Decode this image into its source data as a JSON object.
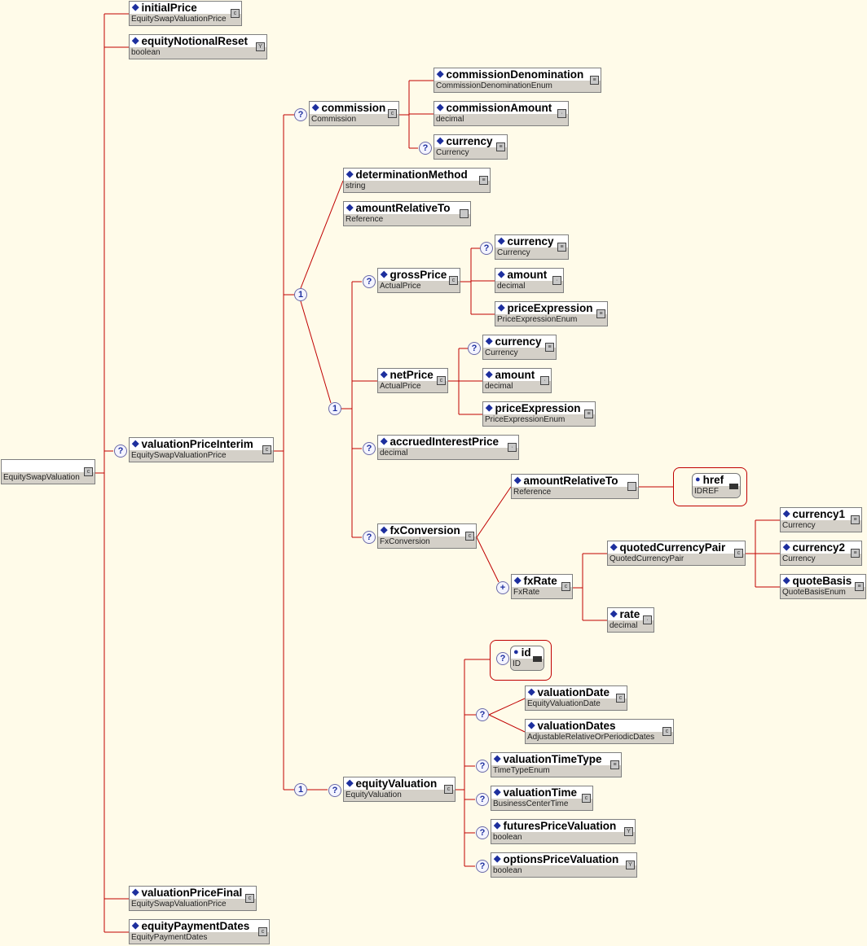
{
  "colors": {
    "wire": "#C00000",
    "background": "#FFFBE9",
    "diamond": "#1D2F9E"
  },
  "nodes": [
    {
      "id": "root",
      "name": "",
      "type": "EquitySwapValuation",
      "icon": "complex-type-icon"
    },
    {
      "id": "initialPrice",
      "name": "initialPrice",
      "type": "EquitySwapValuationPrice",
      "icon": "complex-type-icon"
    },
    {
      "id": "equityNotionalReset",
      "name": "equityNotionalReset",
      "type": "boolean",
      "icon": "boolean-type-icon"
    },
    {
      "id": "valuationPriceInterim",
      "name": "valuationPriceInterim",
      "type": "EquitySwapValuationPrice",
      "icon": "complex-type-icon",
      "optional": true
    },
    {
      "id": "valuationPriceFinal",
      "name": "valuationPriceFinal",
      "type": "EquitySwapValuationPrice",
      "icon": "complex-type-icon"
    },
    {
      "id": "equityPaymentDates",
      "name": "equityPaymentDates",
      "type": "EquityPaymentDates",
      "icon": "complex-type-icon"
    },
    {
      "id": "commission",
      "name": "commission",
      "type": "Commission",
      "icon": "complex-type-icon",
      "optional": true
    },
    {
      "id": "commissionDenomination",
      "name": "commissionDenomination",
      "type": "CommissionDenominationEnum",
      "icon": "enum-type-icon"
    },
    {
      "id": "commissionAmount",
      "name": "commissionAmount",
      "type": "decimal",
      "icon": "decimal-type-icon"
    },
    {
      "id": "commCurrency",
      "name": "currency",
      "type": "Currency",
      "icon": "enum-type-icon",
      "optional": true
    },
    {
      "id": "determinationMethod",
      "name": "determinationMethod",
      "type": "string",
      "icon": "enum-type-icon"
    },
    {
      "id": "amountRelativeTo1",
      "name": "amountRelativeTo",
      "type": "Reference",
      "icon": "empty-type-icon"
    },
    {
      "id": "grossPrice",
      "name": "grossPrice",
      "type": "ActualPrice",
      "icon": "complex-type-icon",
      "optional": true
    },
    {
      "id": "gpCurrency",
      "name": "currency",
      "type": "Currency",
      "icon": "enum-type-icon",
      "optional": true
    },
    {
      "id": "gpAmount",
      "name": "amount",
      "type": "decimal",
      "icon": "decimal-type-icon"
    },
    {
      "id": "gpPriceExpression",
      "name": "priceExpression",
      "type": "PriceExpressionEnum",
      "icon": "enum-type-icon"
    },
    {
      "id": "netPrice",
      "name": "netPrice",
      "type": "ActualPrice",
      "icon": "complex-type-icon"
    },
    {
      "id": "npCurrency",
      "name": "currency",
      "type": "Currency",
      "icon": "enum-type-icon",
      "optional": true
    },
    {
      "id": "npAmount",
      "name": "amount",
      "type": "decimal",
      "icon": "decimal-type-icon"
    },
    {
      "id": "npPriceExpression",
      "name": "priceExpression",
      "type": "PriceExpressionEnum",
      "icon": "enum-type-icon"
    },
    {
      "id": "accruedInterestPrice",
      "name": "accruedInterestPrice",
      "type": "decimal",
      "icon": "decimal-type-icon",
      "optional": true
    },
    {
      "id": "fxConversion",
      "name": "fxConversion",
      "type": "FxConversion",
      "icon": "complex-type-icon",
      "optional": true
    },
    {
      "id": "amountRelativeTo2",
      "name": "amountRelativeTo",
      "type": "Reference",
      "icon": "empty-type-icon"
    },
    {
      "id": "href",
      "name": "href",
      "type": "IDREF",
      "icon": "attribute-icon",
      "attribute": true
    },
    {
      "id": "fxRate",
      "name": "fxRate",
      "type": "FxRate",
      "icon": "complex-type-icon",
      "repeat": true
    },
    {
      "id": "quotedCurrencyPair",
      "name": "quotedCurrencyPair",
      "type": "QuotedCurrencyPair",
      "icon": "complex-type-icon"
    },
    {
      "id": "rate",
      "name": "rate",
      "type": "decimal",
      "icon": "decimal-type-icon"
    },
    {
      "id": "currency1",
      "name": "currency1",
      "type": "Currency",
      "icon": "enum-type-icon"
    },
    {
      "id": "currency2",
      "name": "currency2",
      "type": "Currency",
      "icon": "enum-type-icon"
    },
    {
      "id": "quoteBasis",
      "name": "quoteBasis",
      "type": "QuoteBasisEnum",
      "icon": "enum-type-icon"
    },
    {
      "id": "equityValuation",
      "name": "equityValuation",
      "type": "EquityValuation",
      "icon": "complex-type-icon",
      "optional": true
    },
    {
      "id": "id",
      "name": "id",
      "type": "ID",
      "icon": "attribute-icon",
      "attribute": true
    },
    {
      "id": "valuationDate",
      "name": "valuationDate",
      "type": "EquityValuationDate",
      "icon": "complex-type-icon"
    },
    {
      "id": "valuationDates",
      "name": "valuationDates",
      "type": "AdjustableRelativeOrPeriodicDates",
      "icon": "complex-type-icon"
    },
    {
      "id": "valuationTimeType",
      "name": "valuationTimeType",
      "type": "TimeTypeEnum",
      "icon": "enum-type-icon",
      "optional": true
    },
    {
      "id": "valuationTime",
      "name": "valuationTime",
      "type": "BusinessCenterTime",
      "icon": "complex-type-icon",
      "optional": true
    },
    {
      "id": "futuresPriceValuation",
      "name": "futuresPriceValuation",
      "type": "boolean",
      "icon": "boolean-type-icon",
      "optional": true
    },
    {
      "id": "optionsPriceValuation",
      "name": "optionsPriceValuation",
      "type": "boolean",
      "icon": "boolean-type-icon",
      "optional": true
    }
  ],
  "badges": {
    "optional": "?",
    "choice": "1",
    "sequence": "1",
    "repeat": "+"
  }
}
